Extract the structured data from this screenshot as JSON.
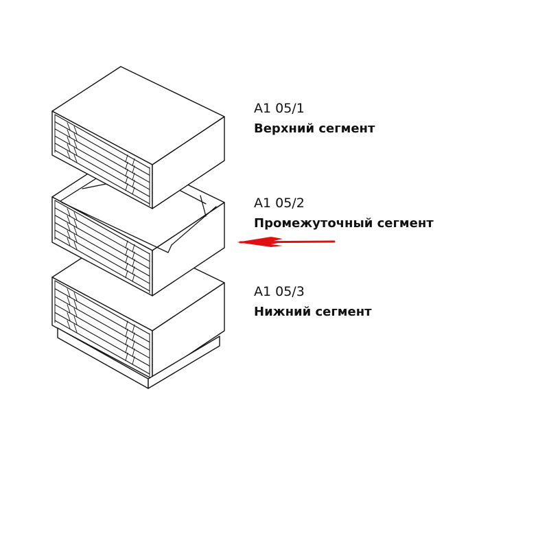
{
  "segments": [
    {
      "code": "A1 05/1",
      "name": "Верхний сегмент"
    },
    {
      "code": "A1 05/2",
      "name": "Промежуточный сегмент"
    },
    {
      "code": "A1 05/3",
      "name": "Нижний сегмент"
    }
  ],
  "colors": {
    "line": "#111111",
    "arrow": "#e01010"
  }
}
